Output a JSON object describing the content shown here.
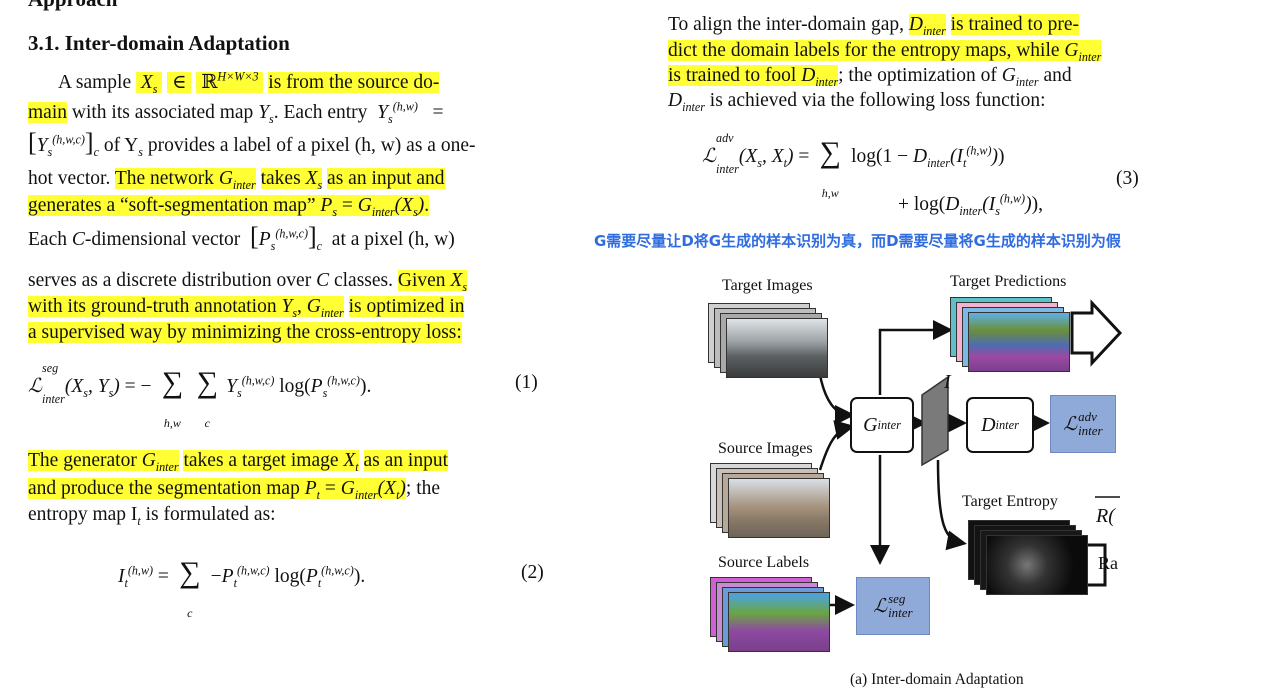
{
  "left": {
    "top_partial": "Approach",
    "heading": "3.1. Inter-domain Adaptation",
    "p1": {
      "l1": [
        "A sample ",
        "X",
        "s",
        "∈",
        "ℝ",
        "H×W×3",
        "is from the source do-"
      ],
      "l2a": "main",
      "l2b": " with its associated map ",
      "l2c": ". Each entry ",
      "l3": " of Y",
      "l3b": " provides a label of a pixel (h, w) as a one-",
      "l4a": "hot vector. ",
      "l4b": "The network ",
      "l4c": "takes ",
      "l4d": "as an input and",
      "l5a": "generates a “soft-segmentation map” ",
      "l6a": "Each ",
      "l6b": "-dimensional vector",
      "l6c": "at a pixel (h, w)",
      "l7a": "serves as a discrete distribution over ",
      "l7b": " classes. ",
      "l7c": "Given ",
      "l8a": "with its ground-truth annotation ",
      "l8b": "is optimized in",
      "l9": "a supervised way by minimizing the cross-entropy loss:"
    },
    "eq1_num": "(1)",
    "p2": {
      "l1a": "The generator ",
      "l1b": "takes a target image ",
      "l1c": "as an input",
      "l2a": "and produce the segmentation map ",
      "l2b": "; the",
      "l3": "entropy map I",
      "l3b": " is formulated as:"
    },
    "eq2_num": "(2)"
  },
  "right": {
    "l1a": "To align the inter-domain gap, ",
    "l1b": "is trained to pre-",
    "l2a": "dict the domain labels for the entropy maps, while ",
    "l3a": "is trained to fool ",
    "l3b": "; the optimization of ",
    "l3c": " and",
    "l4": " is achieved via the following loss function:",
    "eq3_num": "(3)"
  },
  "annotation": "G需要尽量让D将G生成的样本识别为真，而D需要尽量将G生成的样本识别为假",
  "figure": {
    "target_images": "Target Images",
    "target_predictions": "Target Predictions",
    "source_images": "Source Images",
    "source_labels": "Source Labels",
    "target_entropy": "Target Entropy",
    "i_label": "I",
    "g_box": "G",
    "g_sub": "inter",
    "d_box": "D",
    "d_sub": "inter",
    "adv_sup": "adv",
    "seg_sup": "seg",
    "loss_sub": "inter",
    "cut_r": "R(",
    "cut_ra": "Ra",
    "caption": "(a) Inter-domain Adaptation"
  }
}
